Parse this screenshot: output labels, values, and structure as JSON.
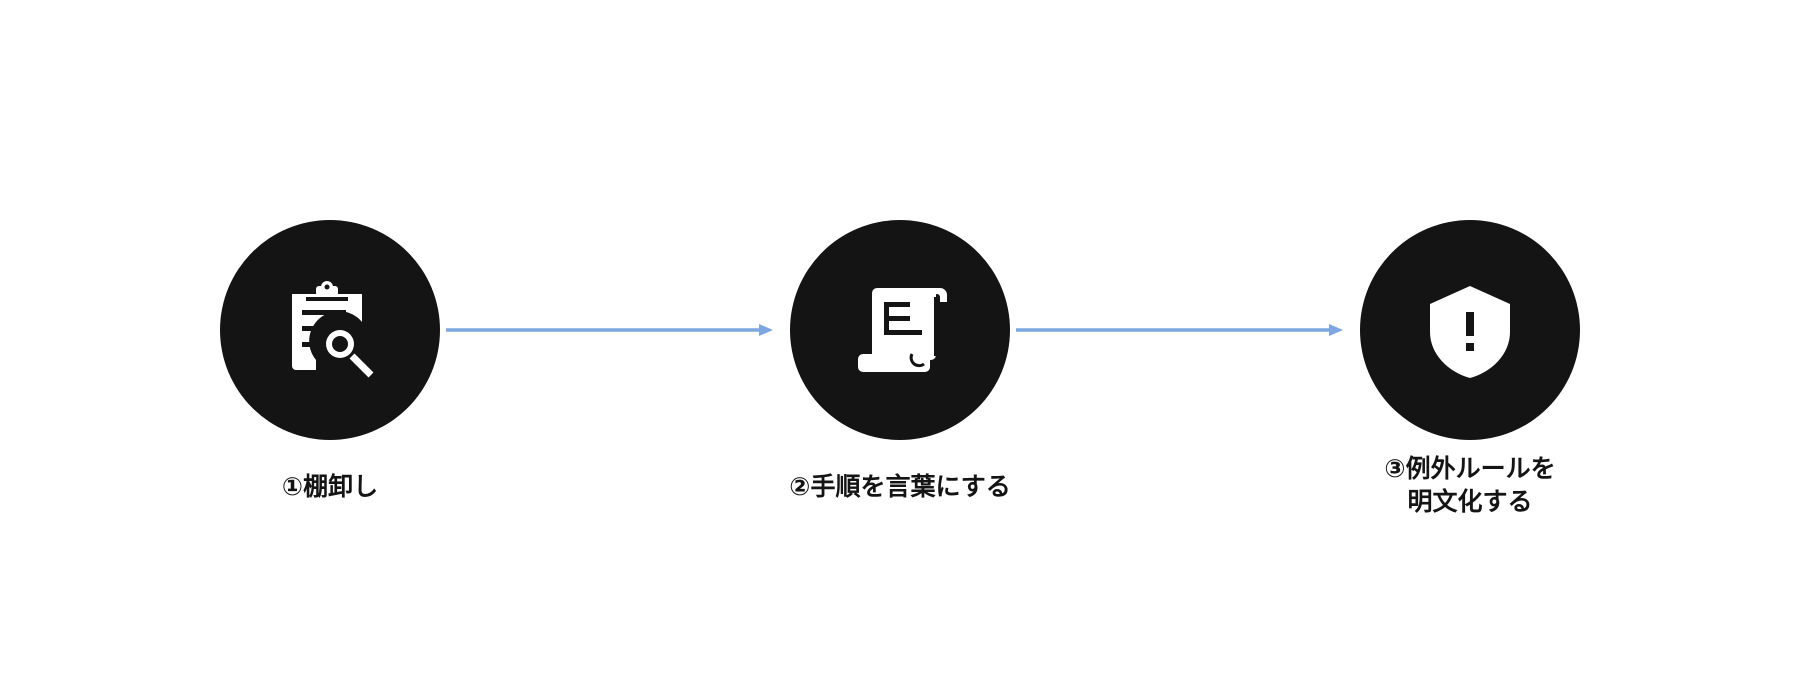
{
  "colors": {
    "circle_fill": "#141414",
    "icon_color": "#ffffff",
    "arrow_color": "#7ea6e0",
    "label_color": "#141414"
  },
  "steps": [
    {
      "label": "①棚卸し",
      "icon": "clipboard-search-icon"
    },
    {
      "label": "②手順を言葉にする",
      "icon": "scroll-document-icon"
    },
    {
      "label": "③例外ルールを\n明文化する",
      "icon": "shield-alert-icon"
    }
  ]
}
